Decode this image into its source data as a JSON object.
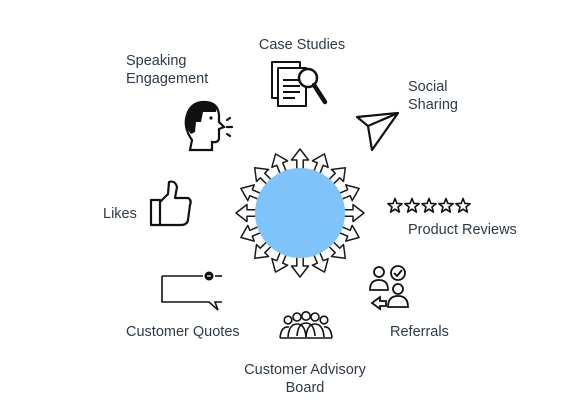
{
  "diagram": {
    "center_color": "#7fc3fb",
    "arrow_count": 16,
    "labels": {
      "case_studies": "Case Studies",
      "speaking_engagement": [
        "Speaking",
        "Engagement"
      ],
      "social_sharing": [
        "Social",
        "Sharing"
      ],
      "likes": "Likes",
      "product_reviews": "Product Reviews",
      "customer_quotes": "Customer Quotes",
      "referrals": "Referrals",
      "customer_advisory_board": [
        "Customer Advisory",
        "Board"
      ]
    },
    "icons": [
      "document-magnifier-icon",
      "speaking-head-icon",
      "paper-plane-icon",
      "thumbs-up-icon",
      "five-stars-icon",
      "quote-bubble-icon",
      "referral-people-icon",
      "group-icon"
    ]
  }
}
